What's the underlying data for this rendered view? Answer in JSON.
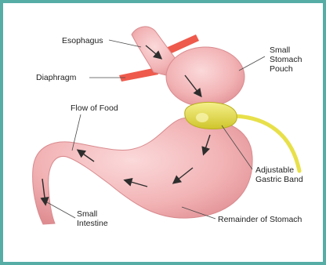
{
  "labels": {
    "esophagus": "Esophagus",
    "diaphragm": "Diaphragm",
    "small_stomach_pouch": [
      "Small",
      "Stomach",
      "Pouch"
    ],
    "flow_of_food": "Flow of Food",
    "adjustable_gastric_band": [
      "Adjustable",
      "Gastric Band"
    ],
    "small_intestine": [
      "Small",
      "Intestine"
    ],
    "remainder_of_stomach": "Remainder of Stomach"
  },
  "colors": {
    "border": "#56ada6",
    "tissue": "#f3b4b6",
    "diaphragm": "#ee5a4c",
    "band": "#e8e04a",
    "arrows": "#2d2d2d"
  }
}
